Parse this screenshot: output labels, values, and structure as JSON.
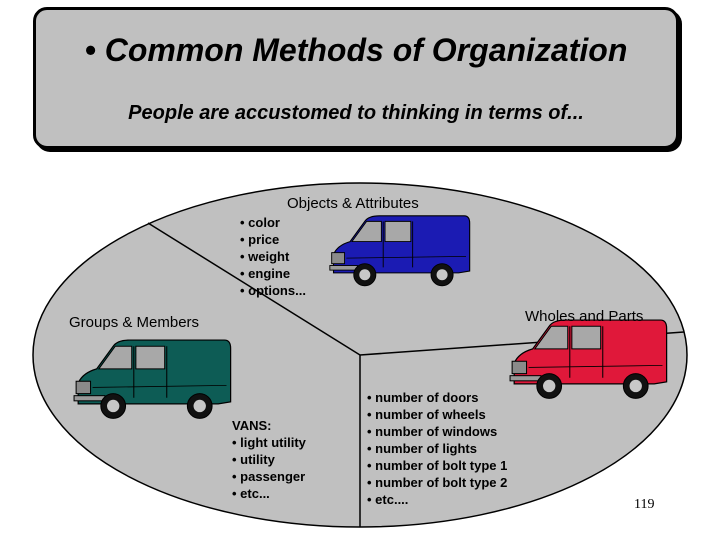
{
  "title": "• Common Methods of Organization",
  "subtitle": "People are accustomed to thinking in terms of...",
  "sections": {
    "objects": {
      "heading": "Objects & Attributes",
      "items": [
        "• color",
        "• price",
        "• weight",
        "• engine",
        "• options..."
      ]
    },
    "groups": {
      "heading": "Groups & Members",
      "items": [
        "VANS:",
        "• light utility",
        "• utility",
        "• passenger",
        "• etc..."
      ]
    },
    "wholes": {
      "heading": "Wholes and Parts",
      "items": [
        "• number of doors",
        "• number of wheels",
        "• number of windows",
        "• number of lights",
        "• number of bolt type 1",
        "• number of bolt type 2",
        "• etc...."
      ]
    }
  },
  "colors": {
    "ellipse_fill": "#c0c0c0",
    "van_blue": "#1b1bb3",
    "van_green": "#0d5c55",
    "van_red": "#e0183a"
  },
  "slide_number": "119"
}
